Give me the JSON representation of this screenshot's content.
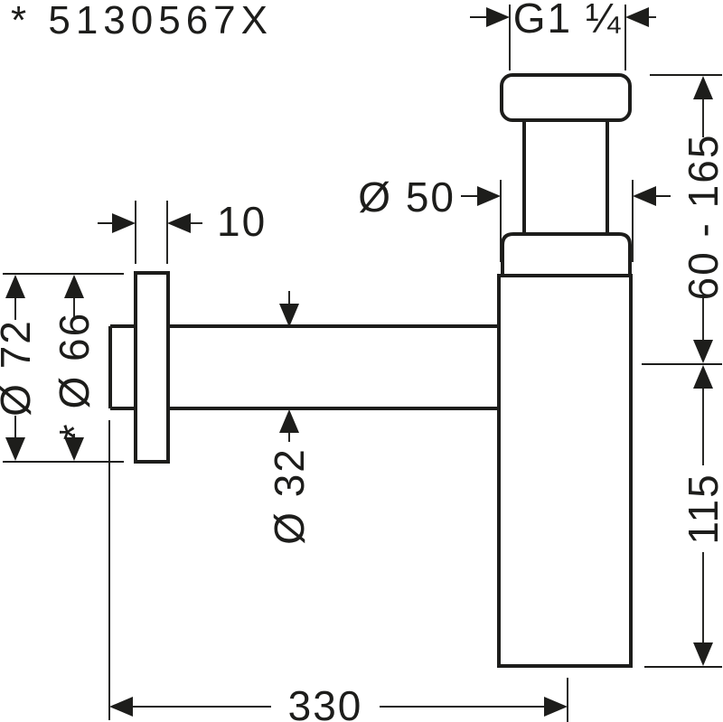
{
  "colors": {
    "ink": "#1d1d1b",
    "background": "#ffffff"
  },
  "labels": {
    "part_number": "* 5130567X",
    "thread_size": "G1 ¼",
    "inlet_diameter": "Ø 50",
    "adjustable_height": "60 - 165",
    "body_height": "115",
    "flange_thickness": "10",
    "flange_outer_diameter": "Ø 72",
    "flange_inner_diameter": "* Ø 66",
    "outlet_diameter": "Ø 32",
    "overall_length": "330"
  }
}
